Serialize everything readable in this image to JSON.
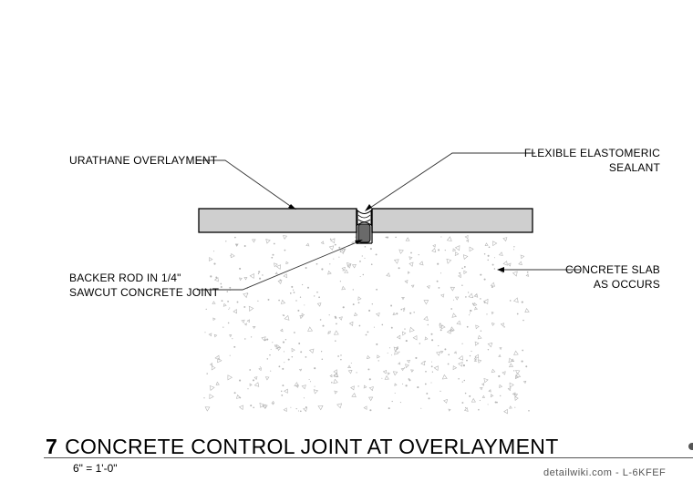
{
  "labels": {
    "urethane": "URATHANE OVERLAYMENT",
    "sealant_line1": "FLEXIBLE ELASTOMERIC",
    "sealant_line2": "SEALANT",
    "backer_line1": "BACKER ROD IN 1/4\"",
    "backer_line2": "SAWCUT CONCRETE JOINT",
    "slab_line1": "CONCRETE SLAB",
    "slab_line2": "AS OCCURS"
  },
  "title": {
    "number": "7",
    "text": "CONCRETE CONTROL JOINT AT OVERLAYMENT"
  },
  "scale": "6\" = 1'-0\"",
  "credit": "detailwiki.com - L-6KFEF",
  "colors": {
    "overlayment_fill": "#cfcfcf",
    "backer_rod": "#6a6a6a",
    "linework": "#000000",
    "leader": "#333333",
    "stipple": "#b5b5b5"
  }
}
